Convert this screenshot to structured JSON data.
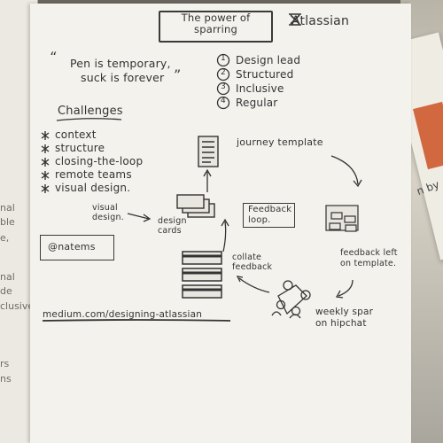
{
  "sketch": {
    "title_line1": "The power of",
    "title_line2": "sparring",
    "brand": "Atlassian",
    "quote_line1": "Pen is temporary,",
    "quote_line2": "suck is forever",
    "principles": [
      "Design lead",
      "Structured",
      "Inclusive",
      "Regular"
    ],
    "principle_numbers": [
      "1",
      "2",
      "3",
      "4"
    ],
    "challenges_heading": "Challenges",
    "challenges": [
      "context",
      "structure",
      "closing-the-loop",
      "remote teams",
      "visual design."
    ],
    "journey_template": "journey template",
    "visual_design_label": "visual design.",
    "design_cards_label_line1": "design",
    "design_cards_label_line2": "cards",
    "feedback_loop_line1": "Feedback",
    "feedback_loop_line2": "loop.",
    "feedback_left_line1": "feedback left",
    "feedback_left_line2": "on template.",
    "handle": "@natems",
    "collate_line1": "collate",
    "collate_line2": "feedback",
    "weekly_line1": "weekly spar",
    "weekly_line2": "on hipchat",
    "url": "medium.com/designing-atlassian"
  },
  "left_page_fragments": [
    "nal",
    "ble",
    "e,",
    "nal",
    "de",
    "clusive",
    "rs",
    "ns"
  ],
  "right_card_text": "n by"
}
